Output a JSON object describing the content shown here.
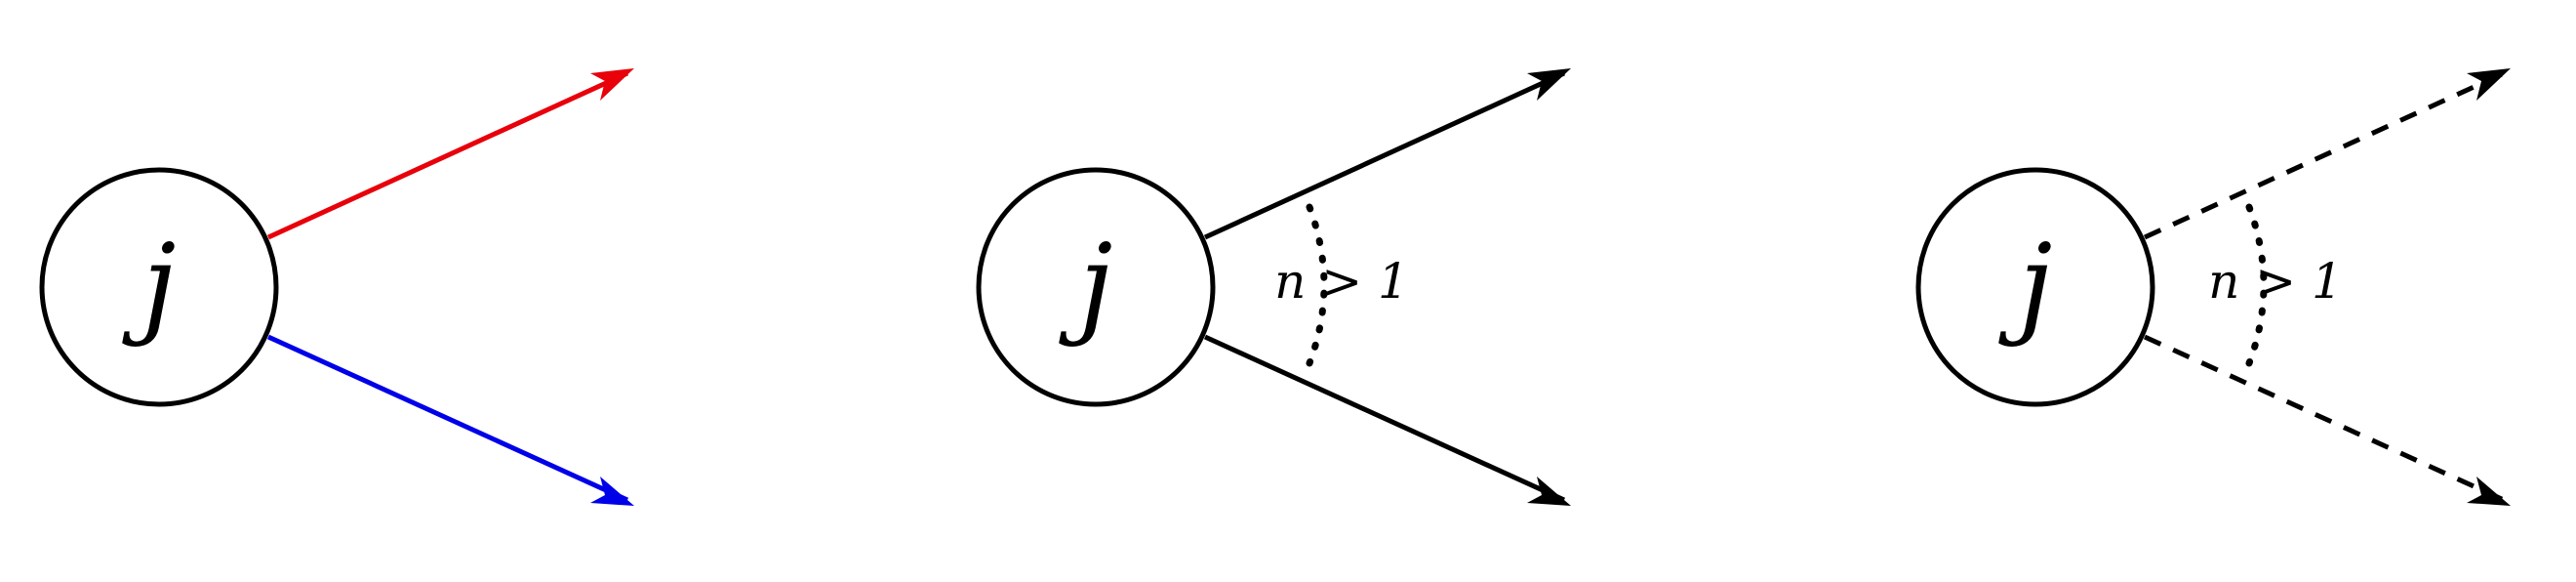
{
  "colors": {
    "stroke": "#000000",
    "red_edge": "#e8000b",
    "blue_edge": "#0000e8"
  },
  "panels": [
    {
      "node_label": "j",
      "edge_styles": [
        "solid",
        "solid"
      ],
      "edge_colors": [
        "red",
        "blue"
      ],
      "multiplicity_label": ""
    },
    {
      "node_label": "j",
      "edge_styles": [
        "solid",
        "solid"
      ],
      "edge_colors": [
        "black",
        "black"
      ],
      "multiplicity_label": "n > 1"
    },
    {
      "node_label": "j",
      "edge_styles": [
        "dashed",
        "dashed"
      ],
      "edge_colors": [
        "black",
        "black"
      ],
      "multiplicity_label": "n > 1"
    }
  ]
}
